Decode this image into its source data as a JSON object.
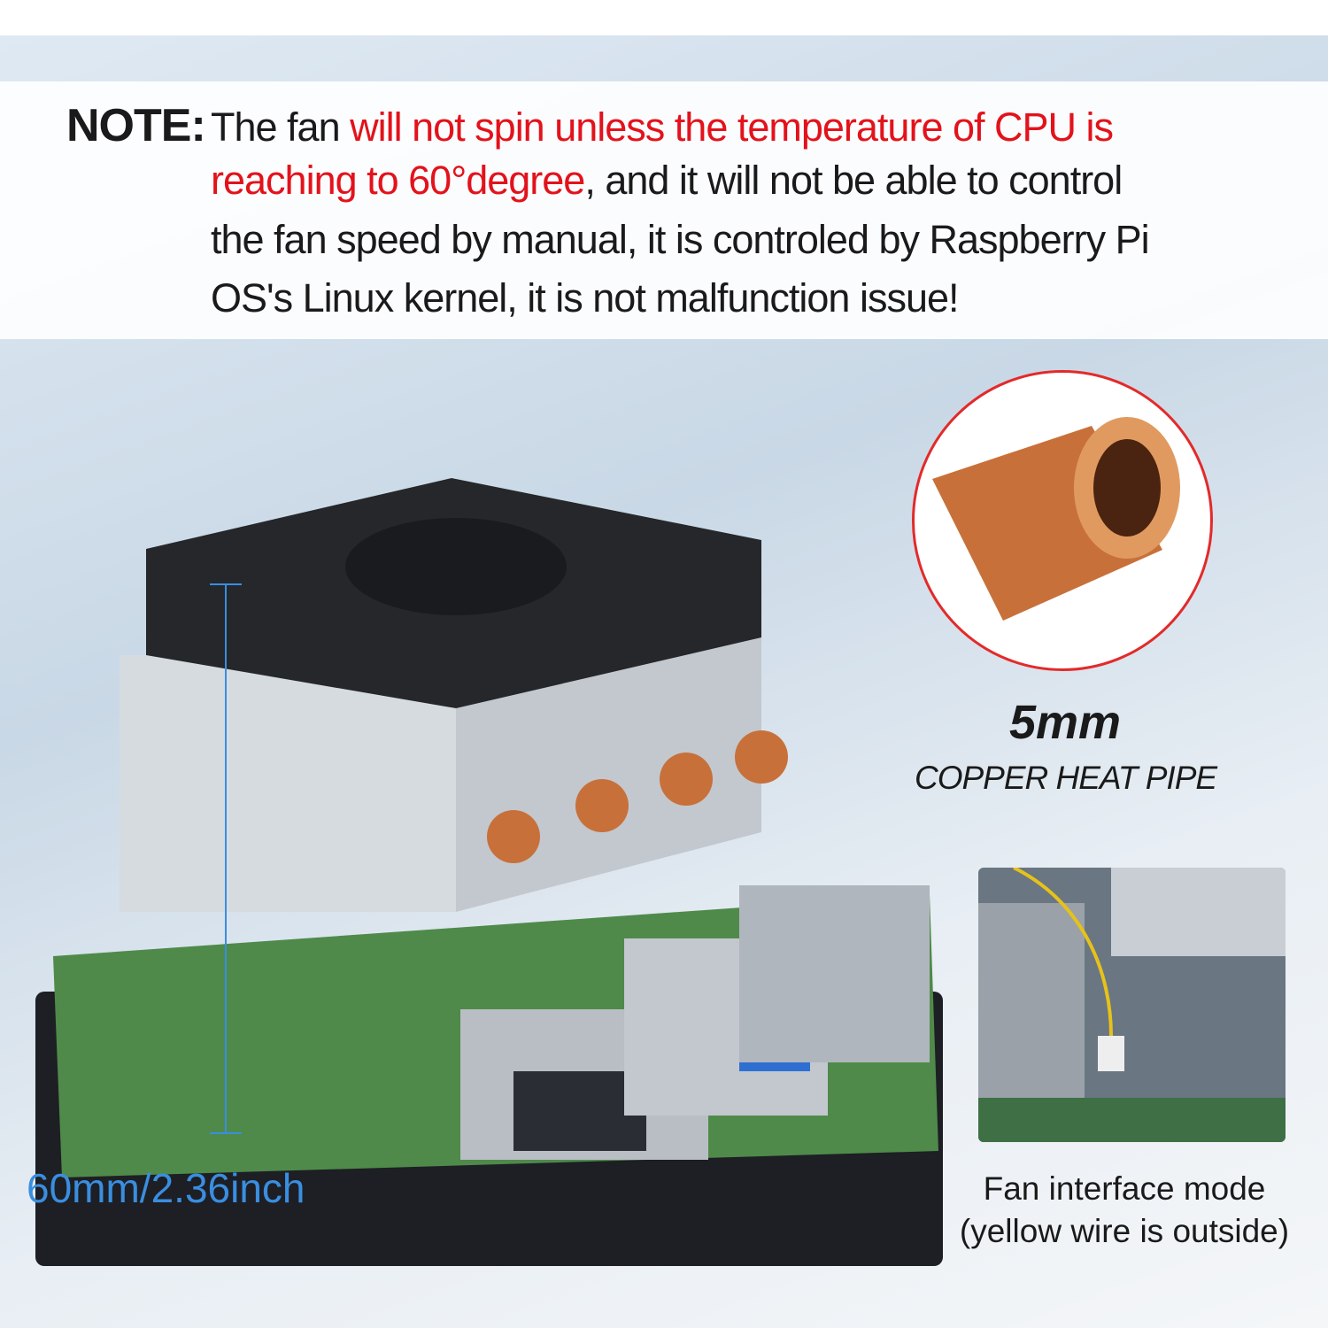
{
  "note": {
    "label": "NOTE:",
    "line1_black": "The fan ",
    "line1_red": "will not spin unless the temperature of CPU is",
    "line2_red": "reaching to 60°degree",
    "line2_black": ", and it will not be able to control",
    "line3": "the fan speed by manual, it is controled by Raspberry Pi",
    "line4": "OS's Linux kernel, it is not malfunction issue!"
  },
  "heat_pipe": {
    "size": "5mm",
    "label": "COPPER HEAT PIPE"
  },
  "inset_caption": {
    "line1": "Fan interface mode",
    "line2": "(yellow wire is outside)"
  },
  "dimension": "60mm/2.36inch",
  "colors": {
    "highlight": "#e3121b",
    "dimension": "#3a8ee0",
    "circle_border": "#e32a2a",
    "copper": "#c8703a"
  }
}
